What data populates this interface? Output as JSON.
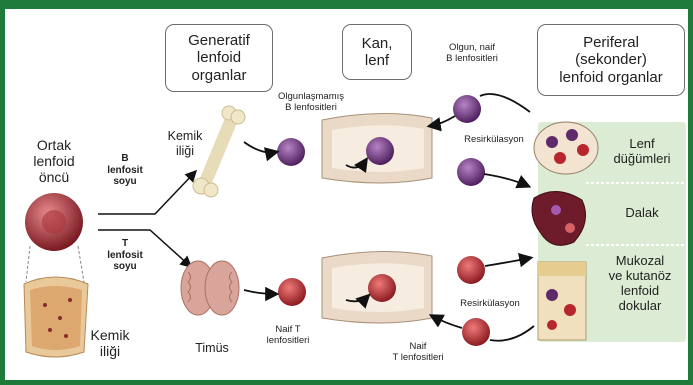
{
  "headers": {
    "generative": "Generatif\nlenfoid\norganlar",
    "blood": "Kan,\nlenf",
    "peripheral": "Periferal\n(sekonder)\nlenfoid organlar"
  },
  "left": {
    "progenitor": "Ortak\nlenfoid\nöncü",
    "bone_marrow": "Kemik\niliği",
    "b_lineage": "B\nlenfosit\nsoyu",
    "t_lineage": "T\nlenfosit\nsoyu"
  },
  "organs": {
    "bone_marrow": "Kemik\niliği",
    "thymus": "Timüs"
  },
  "cells": {
    "immature_b": "Olgunlaşmamış\nB lenfositleri",
    "mature_naive_b": "Olgun, naif\nB lenfositleri",
    "naive_t": "Naif T\nlenfositleri",
    "naive_t2": "Naif\nT lenfositleri",
    "recirc_top": "Resirkülasyon",
    "recirc_bottom": "Resirkülasyon"
  },
  "peripheral_organs": {
    "lymph_nodes": "Lenf\ndüğümleri",
    "spleen": "Dalak",
    "mucosal": "Mukozal\nve kutanöz\nlenfoid\ndokular"
  },
  "colors": {
    "frame": "#1e7a3a",
    "b_cell": "#6b2f7a",
    "t_cell": "#b8262d",
    "panel": "#dcebd3"
  }
}
